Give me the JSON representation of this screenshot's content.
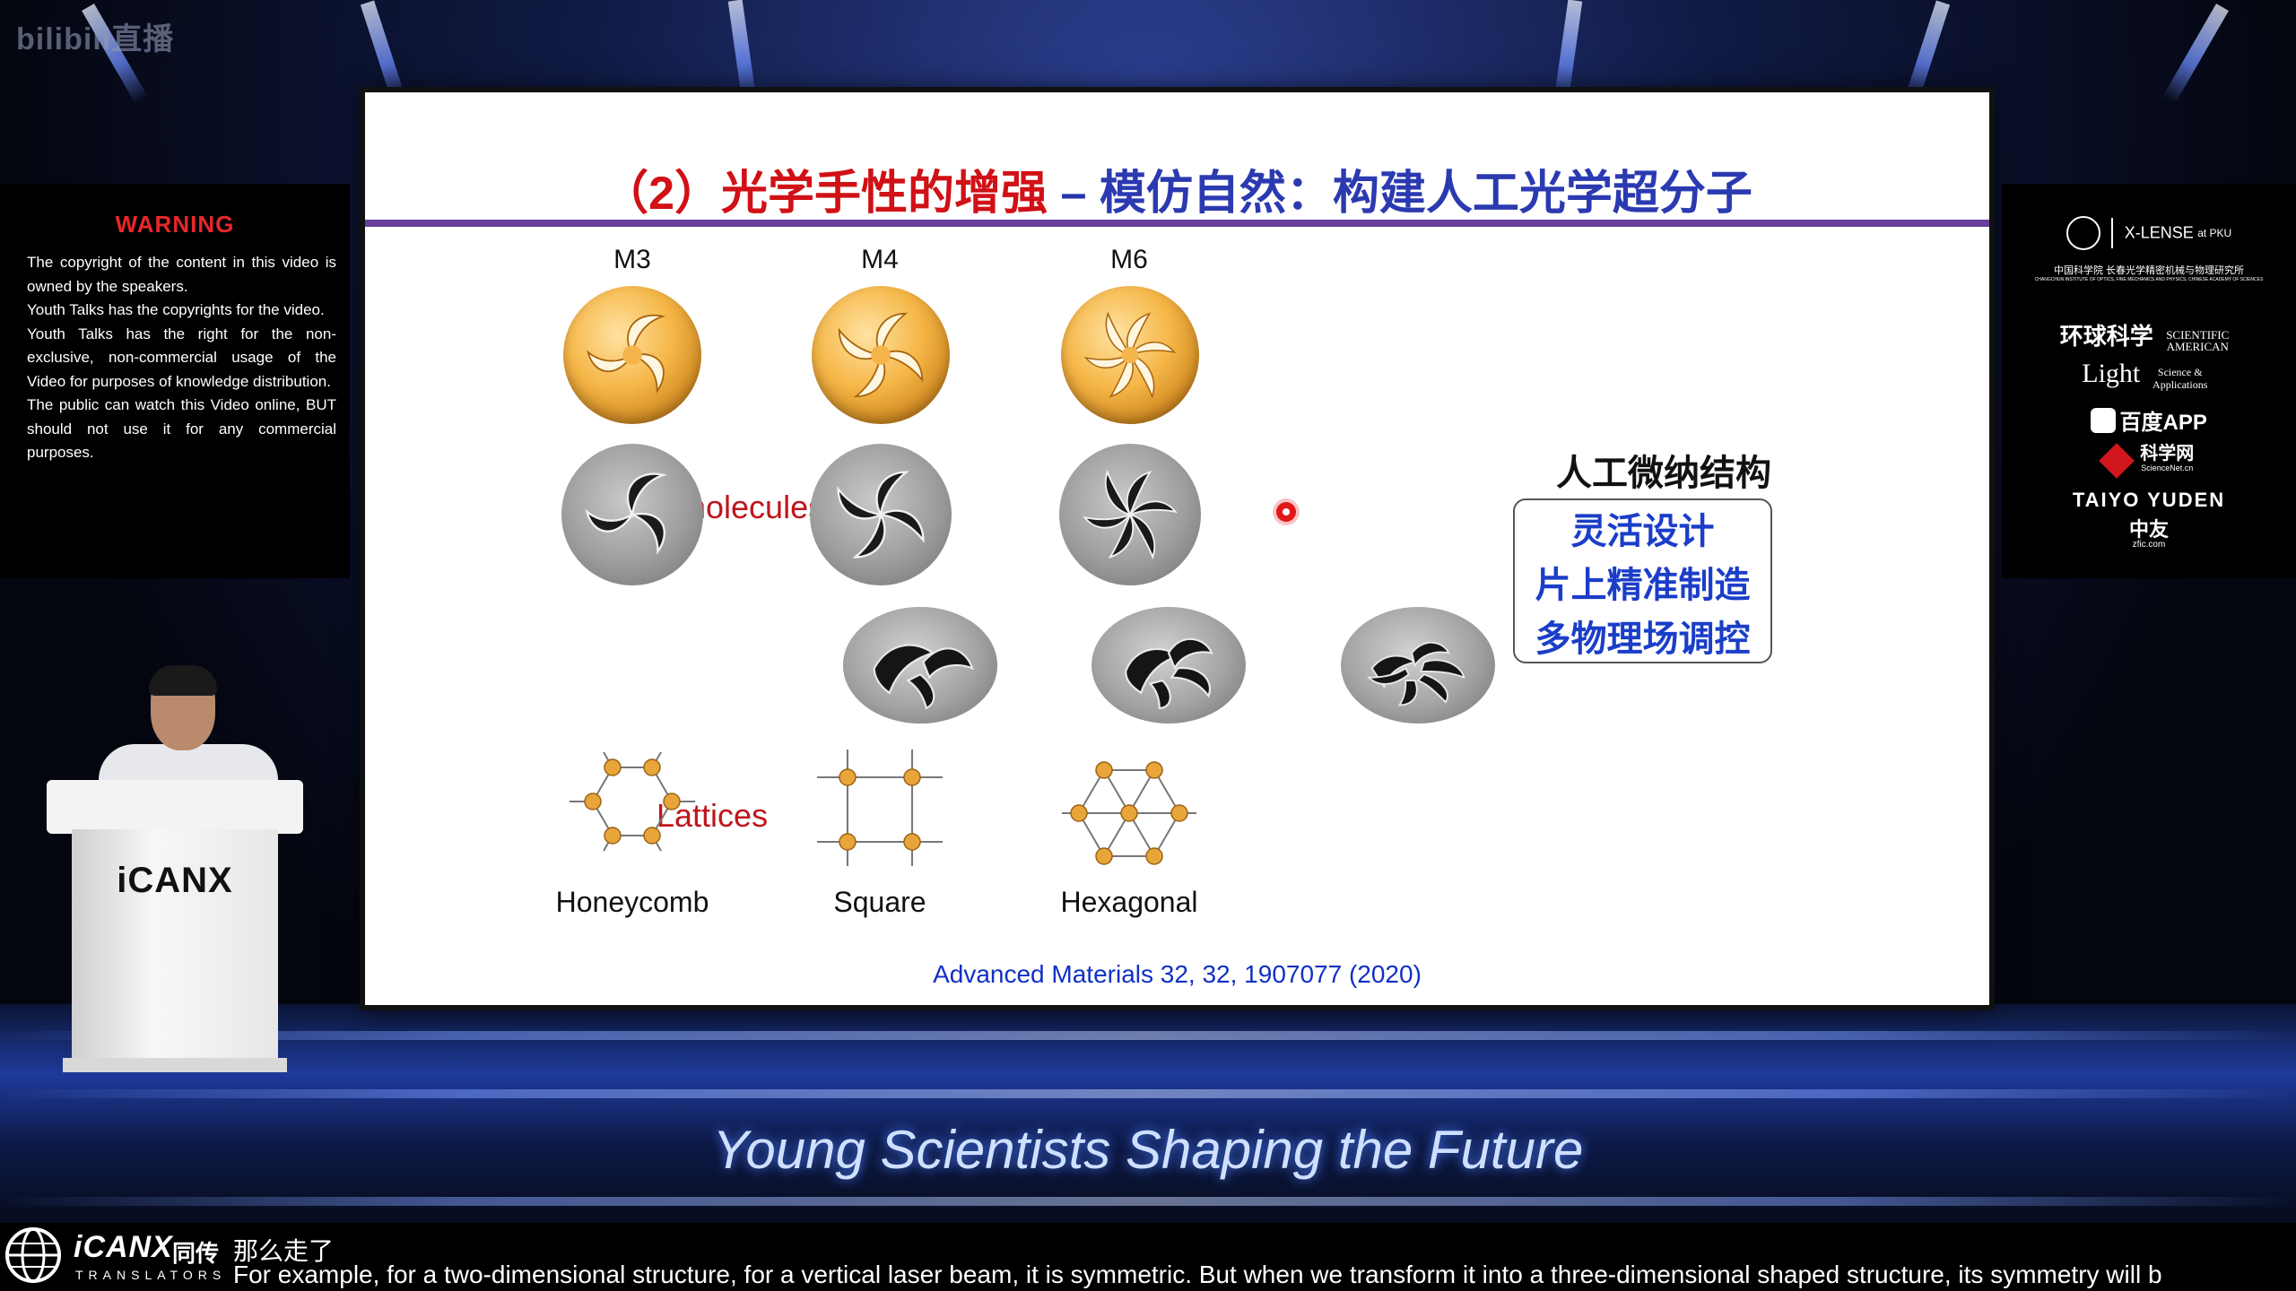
{
  "watermark": "bilibili直播",
  "warning": {
    "title": "WARNING",
    "lines": [
      "The copyright of the content in this video is owned by the speakers.",
      "Youth Talks has  the copyrights for the video.",
      "Youth Talks has the right for the non-exclusive, non-commercial usage of the Video  for purposes of knowledge distribution.",
      "The public can watch this Video online, BUT should not use it for any commercial purposes."
    ]
  },
  "slide": {
    "title_part1": "（2）光学手性的增强",
    "title_dash": " – ",
    "title_part2": "模仿自然：构建人工光学超分子",
    "columns": [
      "M3",
      "M4",
      "M6"
    ],
    "row_labels": {
      "meta": "Meta-molecules",
      "lattices": "Lattices"
    },
    "lattice_names": [
      "Honeycomb",
      "Square",
      "Hexagonal"
    ],
    "micro_title": "人工微纳结构",
    "micro_items": [
      "灵活设计",
      "片上精准制造",
      "多物理场调控"
    ],
    "citation": "Advanced Materials 32, 32, 1907077 (2020)"
  },
  "sponsors": {
    "xlense": "X-LENSE",
    "xlense_sub": "at PKU",
    "ciomp_cn": "中国科学院 长春光学精密机械与物理研究所",
    "ciomp_en": "CHANGCHUN INSTITUTE OF OPTICS, FINE MECHANICS AND PHYSICS, CHINESE ACADEMY OF SCIENCES",
    "sciam_cn": "环球科学",
    "sciam_en": "SCIENTIFIC AMERICAN",
    "light": "Light",
    "light_sub": "Science & Applications",
    "baidu": "百度APP",
    "sciencenet": "科学网",
    "sciencenet_sub": "ScienceNet.cn",
    "taiyo": "TAIYO YUDEN",
    "zhongyou": "中友",
    "zhongyou_sub": "zfic.com"
  },
  "podium_logo": "iCANX",
  "tagline": "Young Scientists Shaping the Future",
  "subtitle_bar": {
    "logo": "iCANX",
    "logo_cn": "同传",
    "logo_sub": "TRANSLATORS",
    "cn": "那么走了",
    "en": "For example, for a two-dimensional structure, for a vertical laser beam, it is symmetric. But when we transform it into a three-dimensional shaped structure, its symmetry will b"
  },
  "colors": {
    "title_red": "#d01116",
    "title_blue": "#2b3ab0",
    "rule_purple": "#6a3e9c",
    "citation_blue": "#1030c4",
    "warning_red": "#e8272b"
  }
}
